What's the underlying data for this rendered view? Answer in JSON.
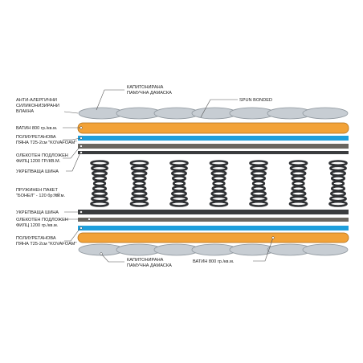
{
  "labels": {
    "anti_allergic": [
      "АНТИ-АЛЕРГИЧНИ",
      "СИЛИКОНИЗИРАНИ",
      "ВЛАКНА"
    ],
    "damask_top": [
      "КАПИТОНИРАНА",
      "ПАМУЧНА ДАМАСКА"
    ],
    "spun_bonded": "SPUN BONDED",
    "wadding_top": "ВАТИН 800 гр./кв.м.",
    "foam_top": [
      "ПОЛИУРЕТАНОВА",
      "ПЯНА T25-2см \"KOVAFOAM\""
    ],
    "felt_top": [
      "ОЛЕКОТЕН ПОДЛОЖЕН",
      "ФИЛЦ 1200 ГР./КВ.М."
    ],
    "rail_top": "УКРЕПВАЩА ШИНА",
    "spring_unit": [
      "ПРУЖИНЕН ПАКЕТ",
      "\"БОНЕЛ\" - 120 бр./кв.м."
    ],
    "rail_bottom": "УКРЕПВАЩА ШИНА",
    "felt_bottom": [
      "ОЛЕКОТЕН ПОДЛОЖЕН",
      "ФИЛЦ 1200 гр./кв.м."
    ],
    "foam_bottom": [
      "ПОЛИУРЕТАНОВА",
      "ПЯНА T25-2см \"KOVAFOAM\""
    ],
    "damask_bottom": [
      "КАПИТОНИРАНА",
      "ПАМУЧНА ДАМАСКА"
    ],
    "wadding_bottom": "ВАТИН 800 гр./кв.м."
  },
  "colors": {
    "quilt": "#c7cdd3",
    "wadding": "#f2a238",
    "foam": "#1f9fdc",
    "felt": "#6a6660",
    "rail": "#3a3c3e",
    "spring": "#2e3033"
  },
  "spring_count": 7
}
